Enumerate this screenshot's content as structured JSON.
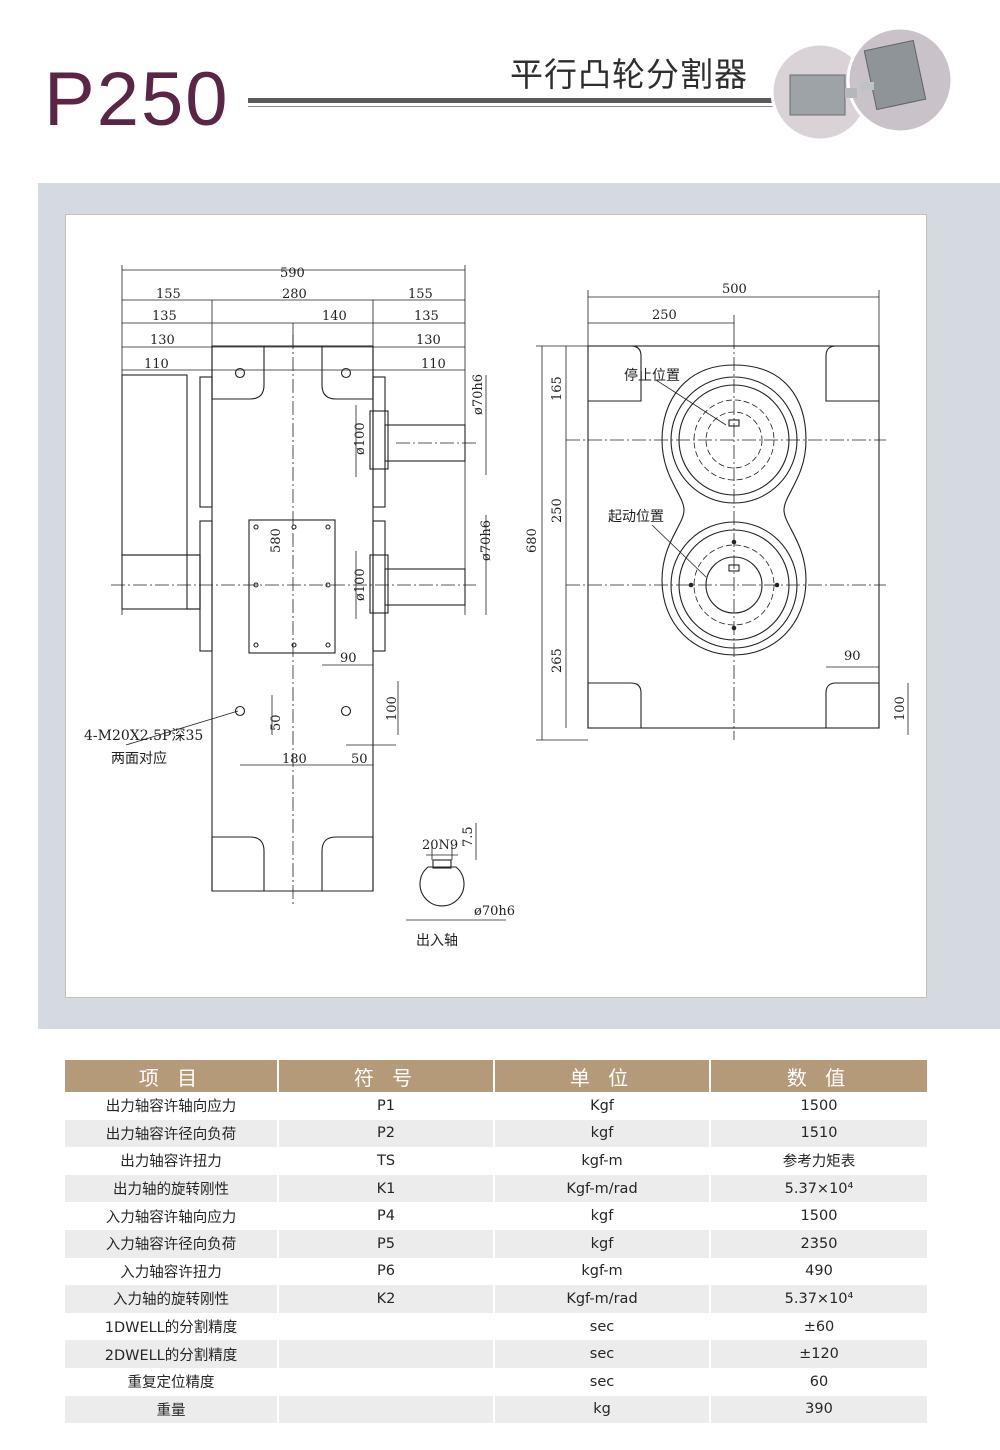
{
  "header": {
    "model": "P250",
    "product_name": "平行凸轮分割器"
  },
  "drawing": {
    "front_view": {
      "dims": [
        "590",
        "155",
        "280",
        "155",
        "135",
        "140",
        "135",
        "130",
        "130",
        "110",
        "110",
        "ø70h6",
        "ø100",
        "580",
        "ø70h6",
        "ø100",
        "90",
        "100",
        "50",
        "180",
        "50"
      ],
      "note_line1": "4-M20X2.5P深35",
      "note_line2": "两面对应"
    },
    "side_view": {
      "dims": [
        "500",
        "250",
        "165",
        "250",
        "680",
        "265",
        "90",
        "100"
      ],
      "stop_label": "停止位置",
      "start_label": "起动位置"
    },
    "shaft_detail": {
      "key_dim": "20N9",
      "depth_dim": "7.5",
      "diameter_dim": "ø70h6",
      "label": "出入轴"
    }
  },
  "table": {
    "headers": [
      "项 目",
      "符 号",
      "单 位",
      "数 值"
    ],
    "rows": [
      [
        "出力轴容许轴向应力",
        "P1",
        "Kgf",
        "1500"
      ],
      [
        "出力轴容许径向负荷",
        "P2",
        "kgf",
        "1510"
      ],
      [
        "出力轴容许扭力",
        "TS",
        "kgf-m",
        "参考力矩表"
      ],
      [
        "出力轴的旋转刚性",
        "K1",
        "Kgf-m/rad",
        "5.37×10⁴"
      ],
      [
        "入力轴容许轴向应力",
        "P4",
        "kgf",
        "1500"
      ],
      [
        "入力轴容许径向负荷",
        "P5",
        "kgf",
        "2350"
      ],
      [
        "入力轴容许扭力",
        "P6",
        "kgf-m",
        "490"
      ],
      [
        "入力轴的旋转刚性",
        "K2",
        "Kgf-m/rad",
        "5.37×10⁴"
      ],
      [
        "1DWELL的分割精度",
        "",
        "sec",
        "±60"
      ],
      [
        "2DWELL的分割精度",
        "",
        "sec",
        "±120"
      ],
      [
        "重复定位精度",
        "",
        "sec",
        "60"
      ],
      [
        "重量",
        "",
        "kg",
        "390"
      ]
    ]
  }
}
